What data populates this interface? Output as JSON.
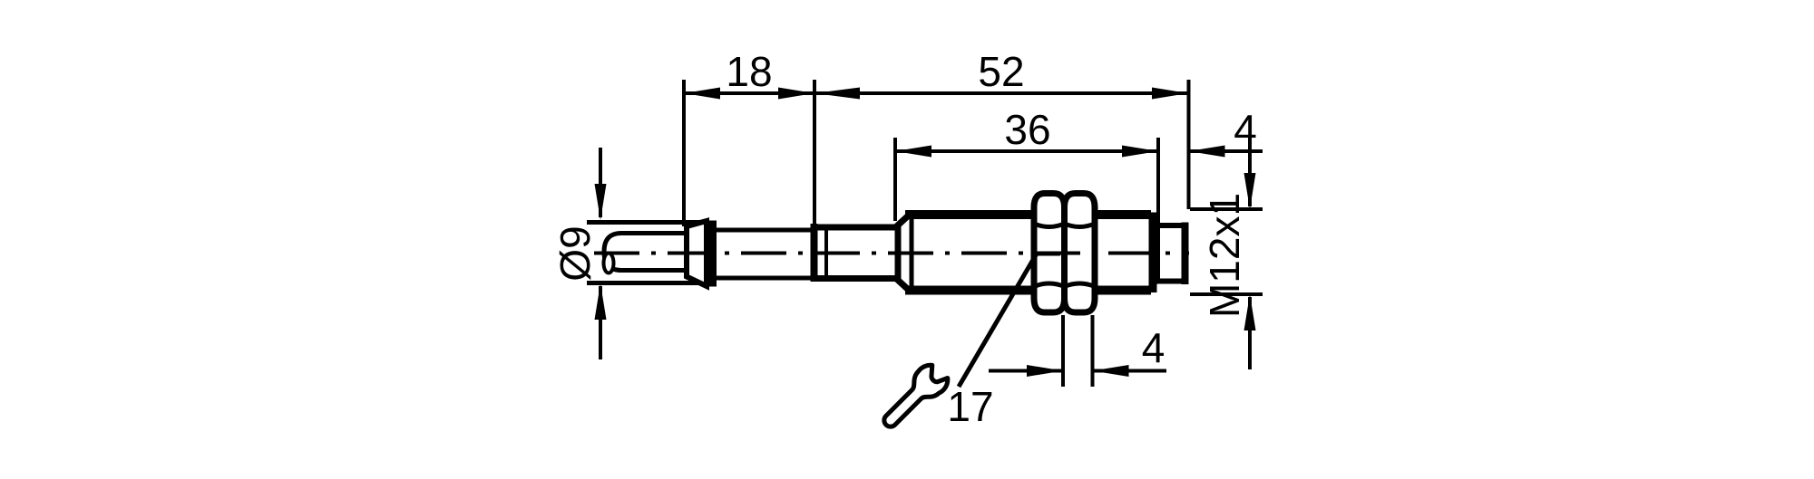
{
  "drawing": {
    "colors": {
      "ink": "#000000",
      "background": "#ffffff"
    },
    "dimensions": {
      "rear_length": "18",
      "housing_length": "52",
      "thread_length": "36",
      "tip_length": "4",
      "nut_thickness": "4",
      "cable_diameter": "Ø9",
      "thread_size": "M12x1",
      "wrench_size": "17"
    },
    "icons": {
      "wrench": "open-end-wrench-icon"
    }
  }
}
